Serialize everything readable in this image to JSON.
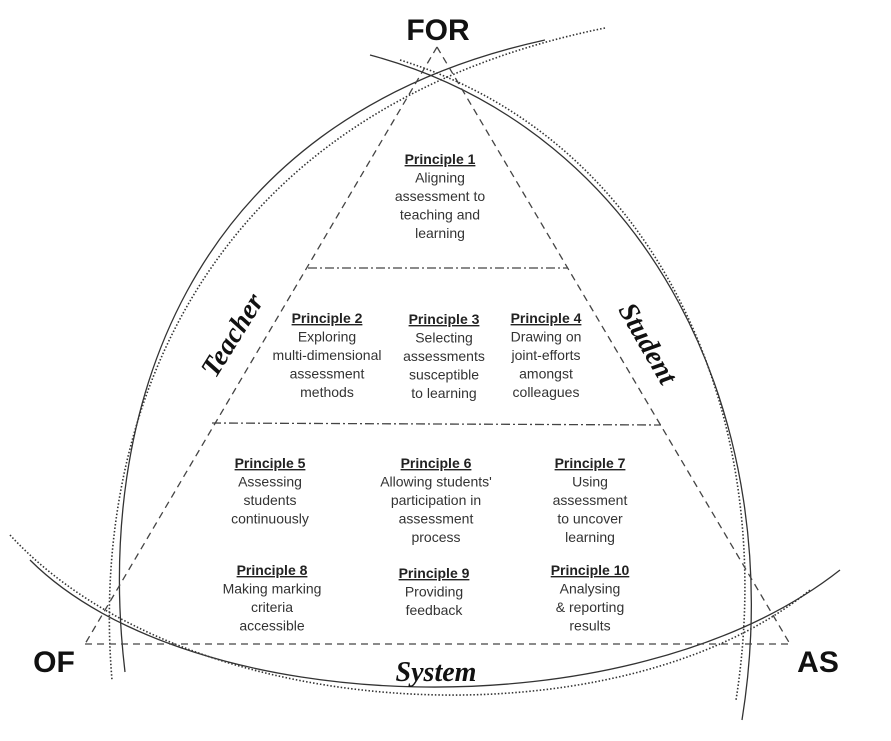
{
  "corners": {
    "top": "FOR",
    "left": "OF",
    "right": "AS"
  },
  "sides": {
    "left": "Teacher",
    "right": "Student",
    "bottom": "System"
  },
  "principles": [
    {
      "title": "Principle 1",
      "lines": [
        "Aligning",
        "assessment to",
        "teaching and",
        "learning"
      ]
    },
    {
      "title": "Principle 2",
      "lines": [
        "Exploring",
        "multi-dimensional",
        "assessment",
        "methods"
      ]
    },
    {
      "title": "Principle 3",
      "lines": [
        "Selecting",
        "assessments",
        "susceptible",
        "to learning"
      ]
    },
    {
      "title": "Principle 4",
      "lines": [
        "Drawing on",
        "joint-efforts",
        "amongst",
        "colleagues"
      ]
    },
    {
      "title": "Principle 5",
      "lines": [
        "Assessing",
        "students",
        "continuously"
      ]
    },
    {
      "title": "Principle 6",
      "lines": [
        "Allowing students'",
        "participation in",
        "assessment",
        "process"
      ]
    },
    {
      "title": "Principle 7",
      "lines": [
        "Using",
        "assessment",
        "to uncover",
        "learning"
      ]
    },
    {
      "title": "Principle 8",
      "lines": [
        "Making marking",
        "criteria",
        "accessible"
      ]
    },
    {
      "title": "Principle 9",
      "lines": [
        "Providing",
        "feedback"
      ]
    },
    {
      "title": "Principle 10",
      "lines": [
        "Analysing",
        "& reporting",
        "results"
      ]
    }
  ]
}
